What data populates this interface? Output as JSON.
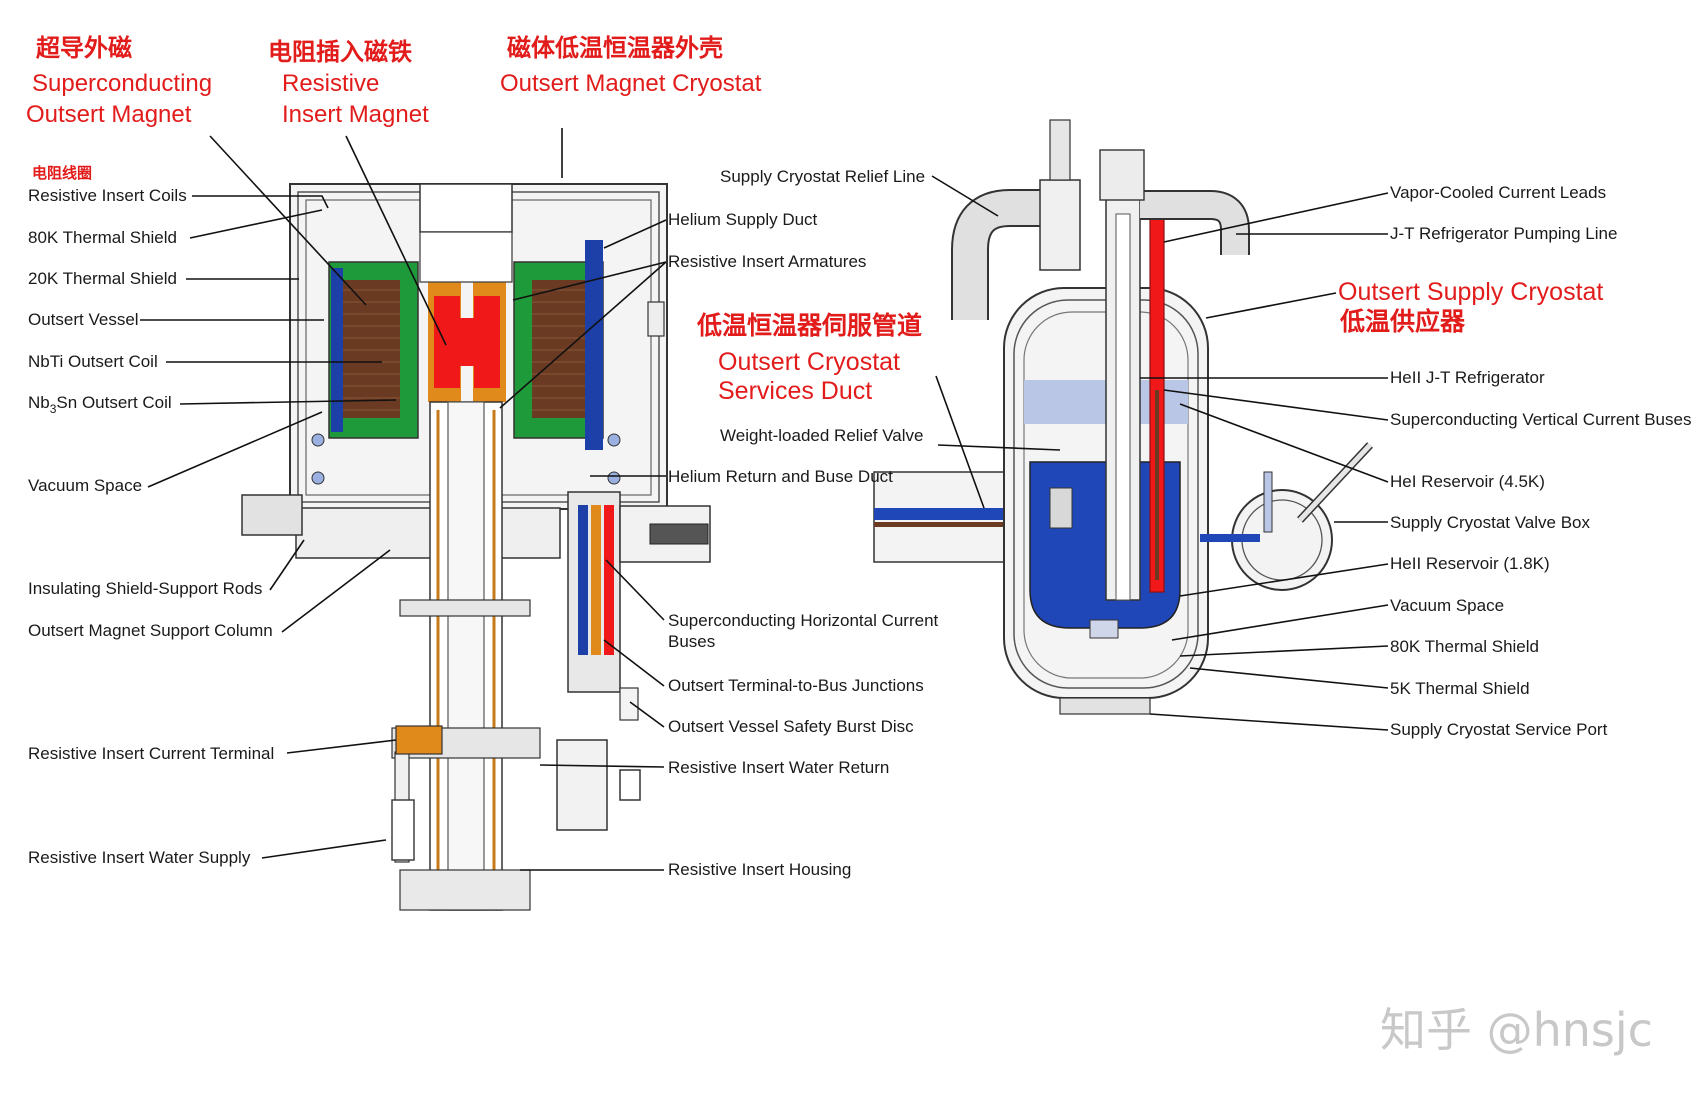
{
  "headers": {
    "superconducting": {
      "zh": "超导外磁",
      "en1": "Superconducting",
      "en2": "Outsert Magnet"
    },
    "resistive": {
      "zh": "电阻插入磁铁",
      "en1": "Resistive",
      "en2": "Insert Magnet"
    },
    "cryostat": {
      "zh": "磁体低温恒温器外壳",
      "en1": "Outsert Magnet Cryostat"
    },
    "coil_zh": "电阻线圈",
    "services_duct": {
      "zh": "低温恒温器伺服管道",
      "en1": "Outsert Cryostat",
      "en2": "Services Duct"
    },
    "supply_cryostat": {
      "en": "Outsert Supply Cryostat",
      "zh": "低温供应器"
    }
  },
  "left_labels": [
    "Resistive Insert Coils",
    "80K Thermal Shield",
    "20K Thermal Shield",
    "Outsert Vessel",
    "NbTi Outsert Coil",
    "Nb3Sn Outsert Coil",
    "Vacuum Space",
    "Insulating Shield-Support Rods",
    "Outsert Magnet Support Column",
    "Resistive Insert Current Terminal",
    "Resistive Insert Water Supply"
  ],
  "nb3sn": {
    "pre": "Nb",
    "sub": "3",
    "post": "Sn Outsert Coil"
  },
  "middle_labels": [
    "Supply Cryostat Relief Line",
    "Helium Supply Duct",
    "Resistive Insert Armatures",
    "Weight-loaded Relief Valve",
    "Helium Return and Buse Duct",
    "Superconducting Horizontal Current",
    "Buses",
    "Outsert Terminal-to-Bus Junctions",
    "Outsert Vessel Safety Burst Disc",
    "Resistive Insert Water Return",
    "Resistive Insert Housing"
  ],
  "right_labels": [
    "Vapor-Cooled Current Leads",
    "J-T Refrigerator Pumping Line",
    "HeII J-T Refrigerator",
    "Superconducting Vertical Current Buses",
    "HeI Reservoir (4.5K)",
    "Supply Cryostat Valve Box",
    "HeII Reservoir (1.8K)",
    "Vacuum Space",
    "80K Thermal Shield",
    "5K Thermal Shield",
    "Supply Cryostat Service Port"
  ],
  "watermark": "知乎 @hnsjc",
  "colors": {
    "coil_brown": "#6b3a22",
    "coil_green": "#1f9a3a",
    "coil_blue": "#1c3fa8",
    "insert_red": "#f01818",
    "insert_orange": "#e08a1c",
    "helium_blue": "#1f47b8",
    "hei_light_blue": "#b9c6e6",
    "annotation_red": "#e21b1b"
  }
}
